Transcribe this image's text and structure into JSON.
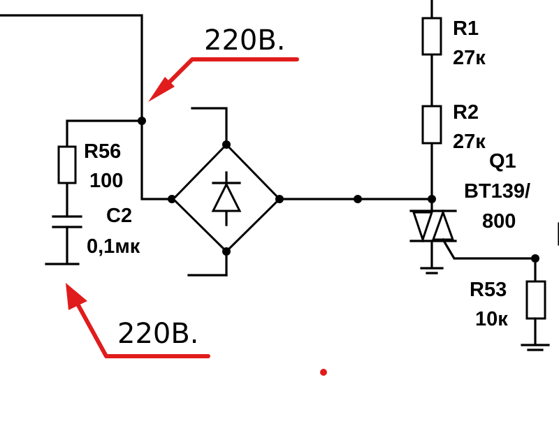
{
  "components": {
    "r1": {
      "name": "R1",
      "value": "27к"
    },
    "r2": {
      "name": "R2",
      "value": "27к"
    },
    "r56": {
      "name": "R56",
      "value": "100"
    },
    "c2": {
      "name": "C2",
      "value": "0,1мк"
    },
    "q1": {
      "name": "Q1",
      "part": "BT139/",
      "rating": "800"
    },
    "r53": {
      "name": "R53",
      "value": "10к"
    }
  },
  "annotations": {
    "top_voltage": "220В.",
    "bottom_voltage": "220В."
  },
  "colors": {
    "wire": "#000000",
    "annotation_arrow": "#e01c1c",
    "background": "#ffffff"
  }
}
